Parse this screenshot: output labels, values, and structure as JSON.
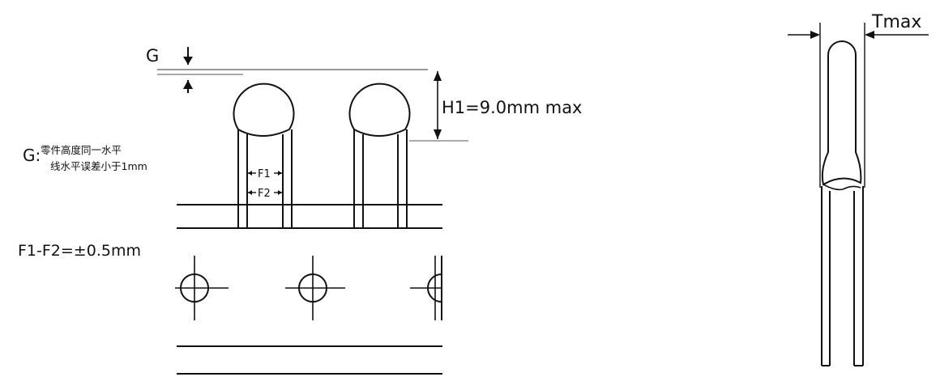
{
  "labels": {
    "g": "G",
    "h1": "H1=9.0mm max",
    "note_prefix": "G:",
    "note_line1": "零件高度同一水平",
    "note_line2": "线水平误差小于1mm",
    "f1": "F1",
    "f2": "F2",
    "f_tolerance": "F1-F2=±0.5mm",
    "tmax": "Tmax"
  }
}
